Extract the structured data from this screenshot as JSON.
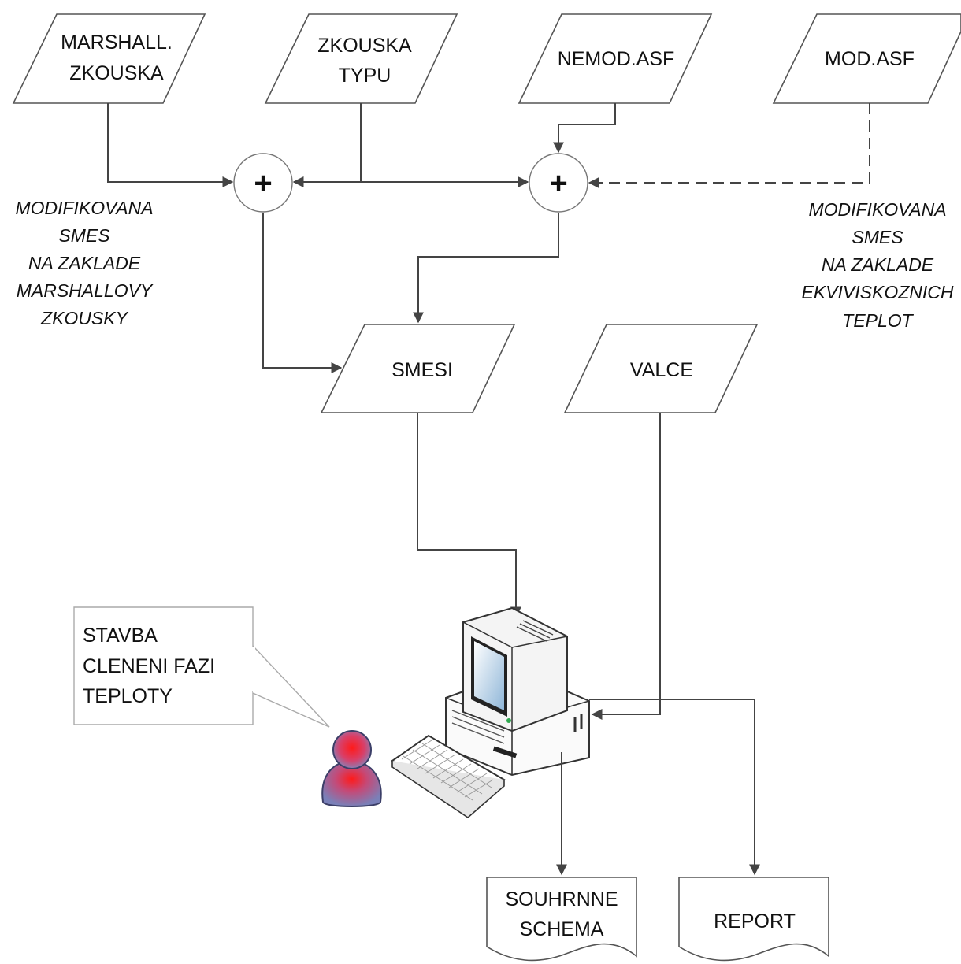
{
  "inputs": {
    "marshall": {
      "line1": "MARSHALL.",
      "line2": "ZKOUSKA"
    },
    "zkouska_typu": {
      "line1": "ZKOUSKA",
      "line2": "TYPU"
    },
    "nemod_asf": {
      "label": "NEMOD.ASF"
    },
    "mod_asf": {
      "label": "MOD.ASF"
    }
  },
  "junctions": {
    "symbol": "+"
  },
  "notes": {
    "left": [
      "MODIFIKOVANA",
      "SMES",
      "NA ZAKLADE",
      "MARSHALLOVY",
      "ZKOUSKY"
    ],
    "right": [
      "MODIFIKOVANA",
      "SMES",
      "NA ZAKLADE",
      "EKVIVISKOZNICH",
      "TEPLOT"
    ]
  },
  "data_stores": {
    "smesi": {
      "label": "SMESI"
    },
    "valce": {
      "label": "VALCE"
    }
  },
  "callout": {
    "lines": [
      "STAVBA",
      "CLENENI  FAZI",
      "TEPLOTY"
    ]
  },
  "outputs": {
    "souhrnne_schema": {
      "line1": "SOUHRNNE",
      "line2": "SCHEMA"
    },
    "report": {
      "label": "REPORT"
    }
  },
  "icons": {
    "computer": "desktop-computer-icon",
    "keyboard": "keyboard-icon",
    "user": "user-icon"
  },
  "colors": {
    "line": "#444444",
    "user_accent": "#e0202a",
    "user_body": "#7a7fb0",
    "screen": "#9fc3e0"
  }
}
